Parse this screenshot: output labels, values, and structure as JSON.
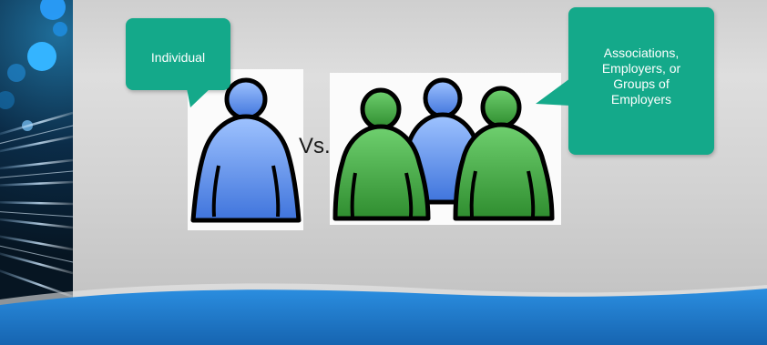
{
  "callouts": {
    "individual": "Individual",
    "groups_lines": [
      "Associations,",
      "Employers, or",
      "Groups of",
      "Employers"
    ]
  },
  "comparison_word": "Vs.",
  "colors": {
    "callout": "#14a98a",
    "person_blue": "#5b8fe6",
    "person_green": "#3fa13f",
    "band_blue": "#1c76c8"
  },
  "icons": {
    "single_person": "person-icon",
    "group": "group-of-people-icon"
  }
}
